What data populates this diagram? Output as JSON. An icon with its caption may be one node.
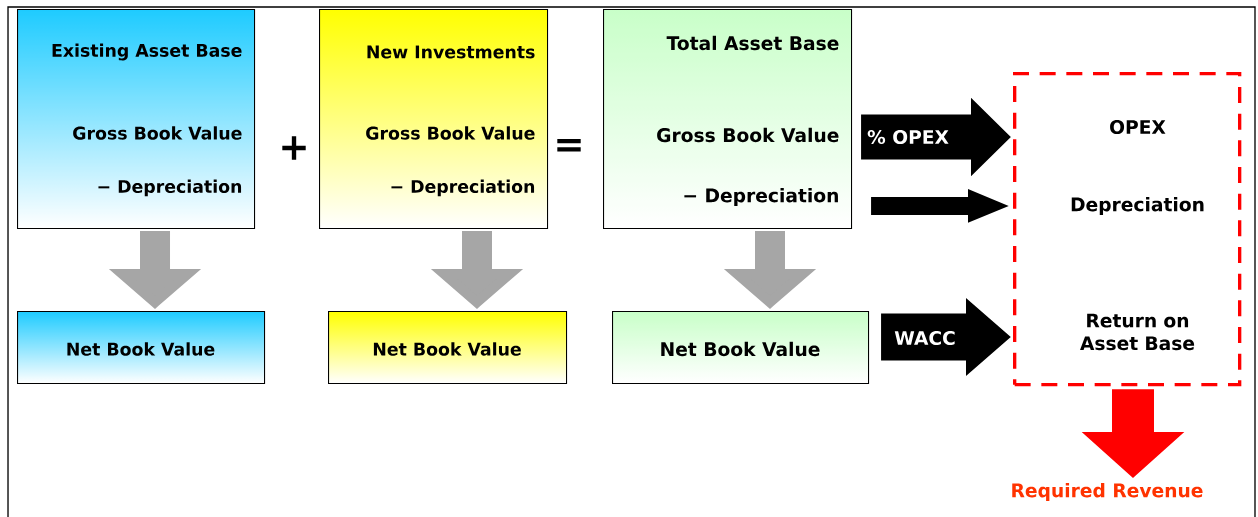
{
  "diagram": {
    "nodes": [
      {
        "text": [
          "Existing Asset Base",
          "Gross Book Value",
          "− Depreciation"
        ]
      },
      {
        "text": [
          "New Investments",
          "Gross Book Value",
          "− Depreciation"
        ]
      },
      {
        "text": [
          "Total Asset Base",
          "Gross Book Value",
          "− Depreciation"
        ]
      },
      {
        "text": [
          "Net Book Value"
        ]
      },
      {
        "text": [
          "Net Book Value"
        ]
      },
      {
        "text": [
          "Net Book Value"
        ]
      },
      {
        "text": [
          "OPEX",
          "Depreciation",
          "Return on Asset Base"
        ]
      },
      {
        "text": [
          "Required Revenue"
        ]
      }
    ],
    "edges": [
      {
        "from": 0,
        "to": 3,
        "arrow": "to",
        "color": "#a6a6a6"
      },
      {
        "from": 1,
        "to": 4,
        "arrow": "to",
        "color": "#a6a6a6"
      },
      {
        "from": 2,
        "to": 5,
        "arrow": "to",
        "color": "#a6a6a6"
      },
      {
        "from": 2,
        "to": 6,
        "arrow": "to",
        "label": "% OPEX",
        "color": "#000000"
      },
      {
        "from": 2,
        "to": 6,
        "arrow": "to",
        "color": "#000000"
      },
      {
        "from": 5,
        "to": 6,
        "arrow": "to",
        "label": "WACC",
        "color": "#000000"
      },
      {
        "from": 6,
        "to": 7,
        "arrow": "to",
        "color": "#ff0000"
      }
    ],
    "labels": [
      "+",
      "="
    ]
  }
}
